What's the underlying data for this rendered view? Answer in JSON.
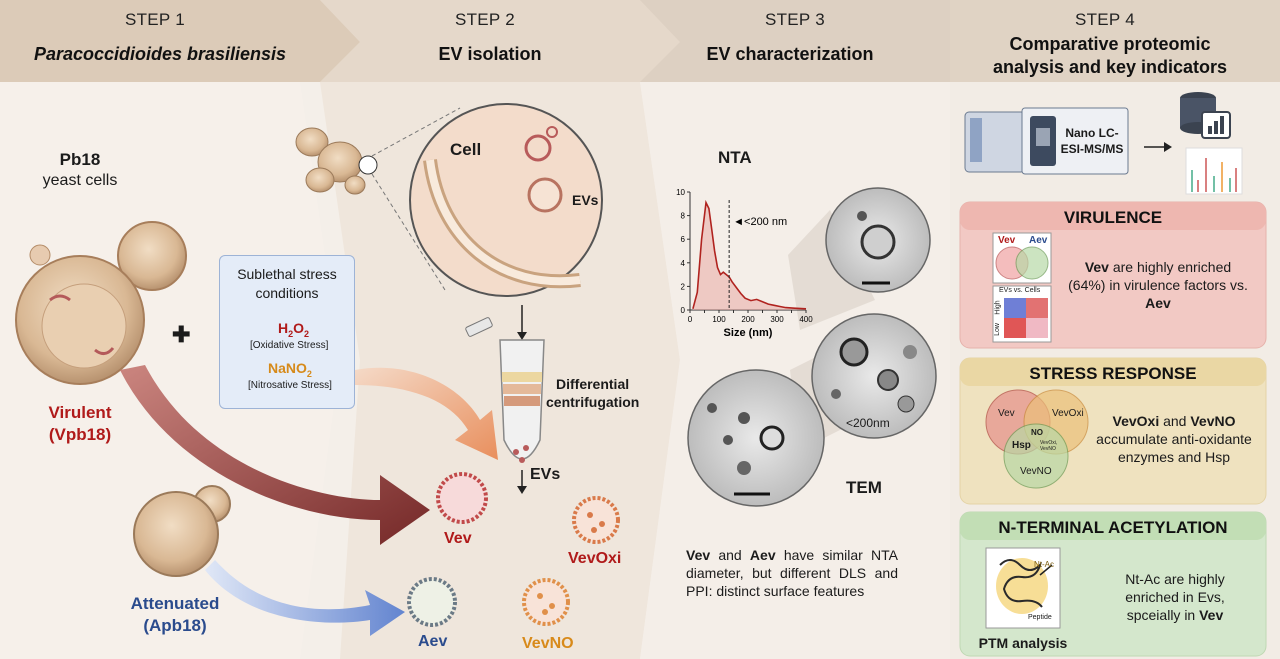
{
  "steps": [
    {
      "step": "STEP 1",
      "title": "Paracoccidioides brasiliensis"
    },
    {
      "step": "STEP 2",
      "title": "EV isolation"
    },
    {
      "step": "STEP 3",
      "title": "EV characterization"
    },
    {
      "step": "STEP 4",
      "title_line1": "Comparative proteomic",
      "title_line2": "analysis and key indicators"
    }
  ],
  "step1": {
    "cells_line1": "Pb18",
    "cells_line2": "yeast cells",
    "virulent_line1": "Virulent",
    "virulent_line2": "(Vpb18)",
    "attenuated_line1": "Attenuated",
    "attenuated_line2": "(Apb18)",
    "plus": "✚",
    "stress": {
      "title_line1": "Sublethal stress",
      "title_line2": "conditions",
      "h2o2_main": "H",
      "h2o2_sub1": "2",
      "h2o2_mid": "O",
      "h2o2_sub2": "2",
      "h2o2_desc": "[Oxidative Stress]",
      "nano_main": "NaNO",
      "nano_sub": "2",
      "nano_desc": "[Nitrosative Stress]"
    }
  },
  "step2": {
    "cell_label": "Cell",
    "evs_label": "EVs",
    "diff_line1": "Differential",
    "diff_line2": "centrifugation",
    "evs_out": "EVs",
    "vev": "Vev",
    "aev": "Aev",
    "vevoxi": "VevOxi",
    "vevno": "VevNO"
  },
  "step3": {
    "nta_label": "NTA",
    "tem_label": "TEM",
    "scale_label": "<200nm",
    "summary": {
      "vev": "Vev",
      "and": " and ",
      "aev": "Aev",
      "rest": " have similar NTA diameter, but different DLS and PPI: distinct surface features"
    }
  },
  "chart_data": {
    "type": "line",
    "title": "",
    "xlabel": "Size (nm)",
    "ylabel": "",
    "xlim": [
      0,
      400
    ],
    "ylim": [
      0,
      10
    ],
    "x_ticks": [
      "0",
      "50",
      "100",
      "150",
      "200",
      "250",
      "300",
      "350",
      "400"
    ],
    "y_ticks": [
      "0",
      "2",
      "4",
      "6",
      "8",
      "10"
    ],
    "annotation": "<200 nm",
    "cutoff_x": 135,
    "series": [
      {
        "x": [
          10,
          25,
          40,
          55,
          65,
          75,
          85,
          95,
          105,
          115,
          125,
          135,
          145,
          160,
          175,
          190,
          210,
          230,
          250,
          270,
          290,
          310,
          330,
          360,
          400
        ],
        "values": [
          0.1,
          1.5,
          6.0,
          9.1,
          8.6,
          6.8,
          5.0,
          3.6,
          3.0,
          3.2,
          3.0,
          2.8,
          2.4,
          1.9,
          1.4,
          1.0,
          0.8,
          0.9,
          0.7,
          0.5,
          0.4,
          0.3,
          0.2,
          0.15,
          0.1
        ]
      }
    ]
  },
  "step4": {
    "instrument_line1": "Nano LC-",
    "instrument_line2": "ESI-MS/MS",
    "virulence": {
      "title": "VIRULENCE",
      "venn_left": "Vev",
      "venn_right": "Aev",
      "heat_title": "EVs vs. Cells",
      "heat_low": "Low",
      "heat_high": "High",
      "text_b1": "Vev",
      "text_1": " are highly enriched (64%) in virulence factors vs. ",
      "text_b2": "Aev"
    },
    "stress": {
      "title": "STRESS RESPONSE",
      "venn_a": "Vev",
      "venn_b": "VevOxi",
      "venn_c": "VevNO",
      "venn_hsp": "Hsp",
      "venn_no": "NO",
      "venn_center": "VevOxi, VevNO",
      "text_b1": "VevOxi",
      "text_1": " and ",
      "text_b2": "VevNO",
      "text_2": " accumulate anti-oxidante enzymes and Hsp"
    },
    "acetylation": {
      "title": "N-TERMINAL ACETYLATION",
      "ntac": "Nt-Ac",
      "peptide": "Peptide",
      "ptm": "PTM analysis",
      "text_1": "Nt-Ac are highly enriched in Evs, spceially in ",
      "text_b": "Vev"
    }
  },
  "colors": {
    "virulent": "#b01a1a",
    "attenuated": "#2a4b8d",
    "vevno": "#d88a1a",
    "virulence_panel": "#f2c9c4",
    "stress_panel": "#efe2bf",
    "acetyl_panel": "#d4e7cc"
  }
}
